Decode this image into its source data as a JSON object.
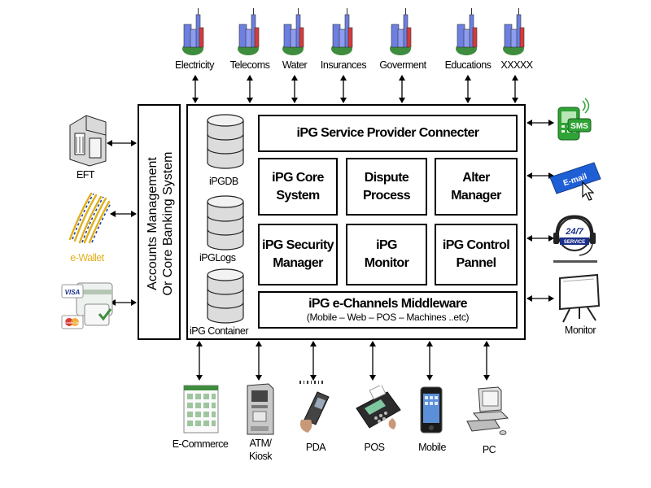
{
  "top_services": [
    "Electricity",
    "Telecoms",
    "Water",
    "Insurances",
    "Goverment",
    "Educations",
    "XXXXX"
  ],
  "accounts_system": "Accounts Management\nOr Core Banking System",
  "databases": [
    "iPGDB",
    "iPGLogs",
    "iPG Container"
  ],
  "modules": {
    "service_provider_connecter": "iPG Service Provider Connecter",
    "core_system": "iPG Core\nSystem",
    "dispute_process": "Dispute\nProcess",
    "alter_manager": "Alter\nManager",
    "security_manager": "iPG Security\nManager",
    "monitor": "iPG\nMonitor",
    "control_pannel": "iPG Control\nPannel",
    "middleware_title": "iPG e-Channels Middleware",
    "middleware_sub": "(Mobile – Web – POS – Machines ..etc)"
  },
  "left_items": [
    "EFT",
    "e-Wallet"
  ],
  "card_brands": [
    "VISA",
    "MasterCard"
  ],
  "right_items": {
    "sms_badge": "SMS",
    "email_badge": "E-mail",
    "service_badge_top": "24/7",
    "service_badge_bottom": "SERVICE",
    "monitor": "Monitor"
  },
  "bottom_channels": [
    "E-Commerce",
    "ATM/\nKiosk",
    "PDA",
    "POS",
    "Mobile",
    "PC"
  ],
  "colors": {
    "building": "#6d7fe0",
    "accent": "#d83a3a",
    "green": "#3e8d3e",
    "sms": "#2fa336",
    "email": "#1f5fd6",
    "wallet": "#e0b01a"
  }
}
